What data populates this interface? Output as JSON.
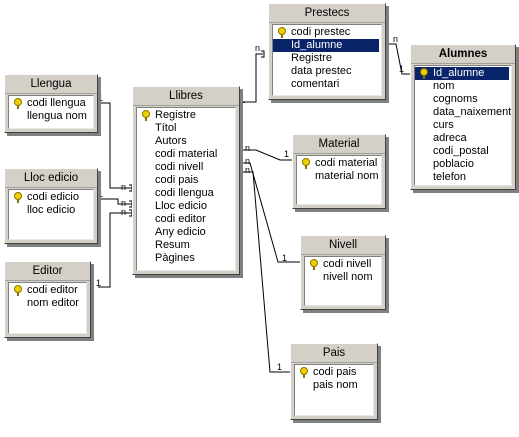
{
  "tables": {
    "prestecs": {
      "title": "Prestecs",
      "fields": [
        "codi prestec",
        "Id_alumne",
        "Registre",
        "data prestec",
        "comentari"
      ],
      "key_index": 0,
      "selected_index": 1
    },
    "alumnes": {
      "title": "Alumnes",
      "fields": [
        "Id_alumne",
        "nom",
        "cognoms",
        "data_naixement",
        "curs",
        "adreca",
        "codi_postal",
        "poblacio",
        "telefon"
      ],
      "key_index": 0,
      "selected_index": 0
    },
    "llengua": {
      "title": "Llengua",
      "fields": [
        "codi llengua",
        "llengua nom"
      ],
      "key_index": 0
    },
    "llibres": {
      "title": "Llibres",
      "fields": [
        "Registre",
        "Títol",
        "Autors",
        "codi material",
        "codi nivell",
        "codi pais",
        "codi llengua",
        "Lloc edicio",
        "codi editor",
        "Any edicio",
        "Resum",
        "Pàgines"
      ],
      "key_index": 0
    },
    "material": {
      "title": "Material",
      "fields": [
        "codi material",
        "material nom"
      ],
      "key_index": 0
    },
    "lloc_edicio": {
      "title": "Lloc edicio",
      "fields": [
        "codi edicio",
        "lloc edicio"
      ],
      "key_index": 0
    },
    "nivell": {
      "title": "Nivell",
      "fields": [
        "codi nivell",
        "nivell nom"
      ],
      "key_index": 0
    },
    "editor": {
      "title": "Editor",
      "fields": [
        "codi editor",
        "nom editor"
      ],
      "key_index": 0
    },
    "pais": {
      "title": "Pais",
      "fields": [
        "codi pais",
        "pais nom"
      ],
      "key_index": 0
    }
  },
  "cardinality": {
    "one": "1",
    "many": "n"
  },
  "colors": {
    "panel": "#d4d0c8",
    "selection": "#0a246a",
    "line": "#000000"
  }
}
